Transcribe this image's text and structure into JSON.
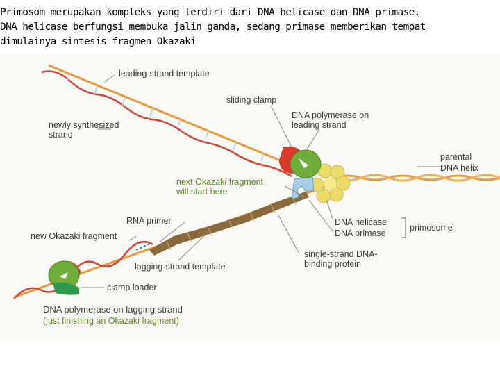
{
  "caption": {
    "line1": "Primosom merupakan kompleks yang terdiri dari DNA helicase dan DNA primase.",
    "line2": "DNA helicase berfungsi membuka jalin ganda, sedang primase memberikan tempat",
    "line3": "dimulainya sintesis fragmen Okazaki"
  },
  "labels": {
    "leading_strand_template": "leading-strand template",
    "sliding_clamp": "sliding clamp",
    "newly_synthesized_1": "newly synthesized",
    "newly_synthesized_2": "strand",
    "pol_leading_1": "DNA polymerase on",
    "pol_leading_2": "leading strand",
    "parental_1": "parental",
    "parental_2": "DNA helix",
    "next_okazaki_1": "next Okazaki fragment",
    "next_okazaki_2": "will start here",
    "rna_primer": "RNA primer",
    "new_okazaki": "new Okazaki fragment",
    "dna_helicase": "DNA helicase",
    "dna_primase": "DNA primase",
    "primosome": "primosome",
    "ssb_1": "single-strand DNA-",
    "ssb_2": "binding protein",
    "lagging_template": "lagging-strand template",
    "clamp_loader": "clamp loader",
    "pol_lagging_1": "DNA polymerase on lagging strand",
    "pol_lagging_2": "(just finishing an Okazaki fragment)"
  },
  "colors": {
    "background": "#fbfaf6",
    "strand_orange": "#e89a3a",
    "strand_red": "#d2463a",
    "polymerase_green": "#6fae3a",
    "clamp_red": "#d83a2a",
    "helicase_yellow": "#ecdc6a",
    "primase_blue": "#a8cde6",
    "ssb_brown": "#8a6a3a",
    "clamp_loader_green": "#2f9a4a",
    "primer_blue": "#3a6fd0"
  }
}
